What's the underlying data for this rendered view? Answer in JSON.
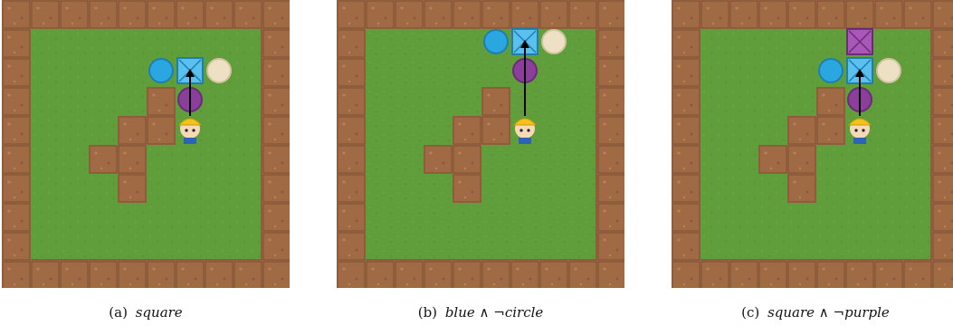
{
  "colors": {
    "grass": "#5f9e3a",
    "wall": "#a06a45",
    "wall_dark": "#7e5032",
    "blue": "#2aa6e0",
    "purple": "#8b3e9a",
    "beige": "#ede0c4",
    "arrow": "#000000"
  },
  "panels": [
    {
      "caption_label": "(a)",
      "caption_formula": "square",
      "objects": [
        {
          "kind": "circle",
          "color": "blue"
        },
        {
          "kind": "square",
          "color": "blue"
        },
        {
          "kind": "circle",
          "color": "beige"
        },
        {
          "kind": "circle",
          "color": "purple"
        }
      ],
      "agent_action": "up"
    },
    {
      "caption_label": "(b)",
      "caption_formula": "blue ∧ ¬circle",
      "objects": [
        {
          "kind": "circle",
          "color": "blue"
        },
        {
          "kind": "square",
          "color": "blue"
        },
        {
          "kind": "circle",
          "color": "beige"
        },
        {
          "kind": "circle",
          "color": "purple"
        }
      ],
      "agent_action": "up"
    },
    {
      "caption_label": "(c)",
      "caption_formula": "square ∧ ¬purple",
      "objects": [
        {
          "kind": "square",
          "color": "purple"
        },
        {
          "kind": "circle",
          "color": "blue"
        },
        {
          "kind": "square",
          "color": "blue"
        },
        {
          "kind": "circle",
          "color": "beige"
        },
        {
          "kind": "circle",
          "color": "purple"
        }
      ],
      "agent_action": "up"
    }
  ]
}
